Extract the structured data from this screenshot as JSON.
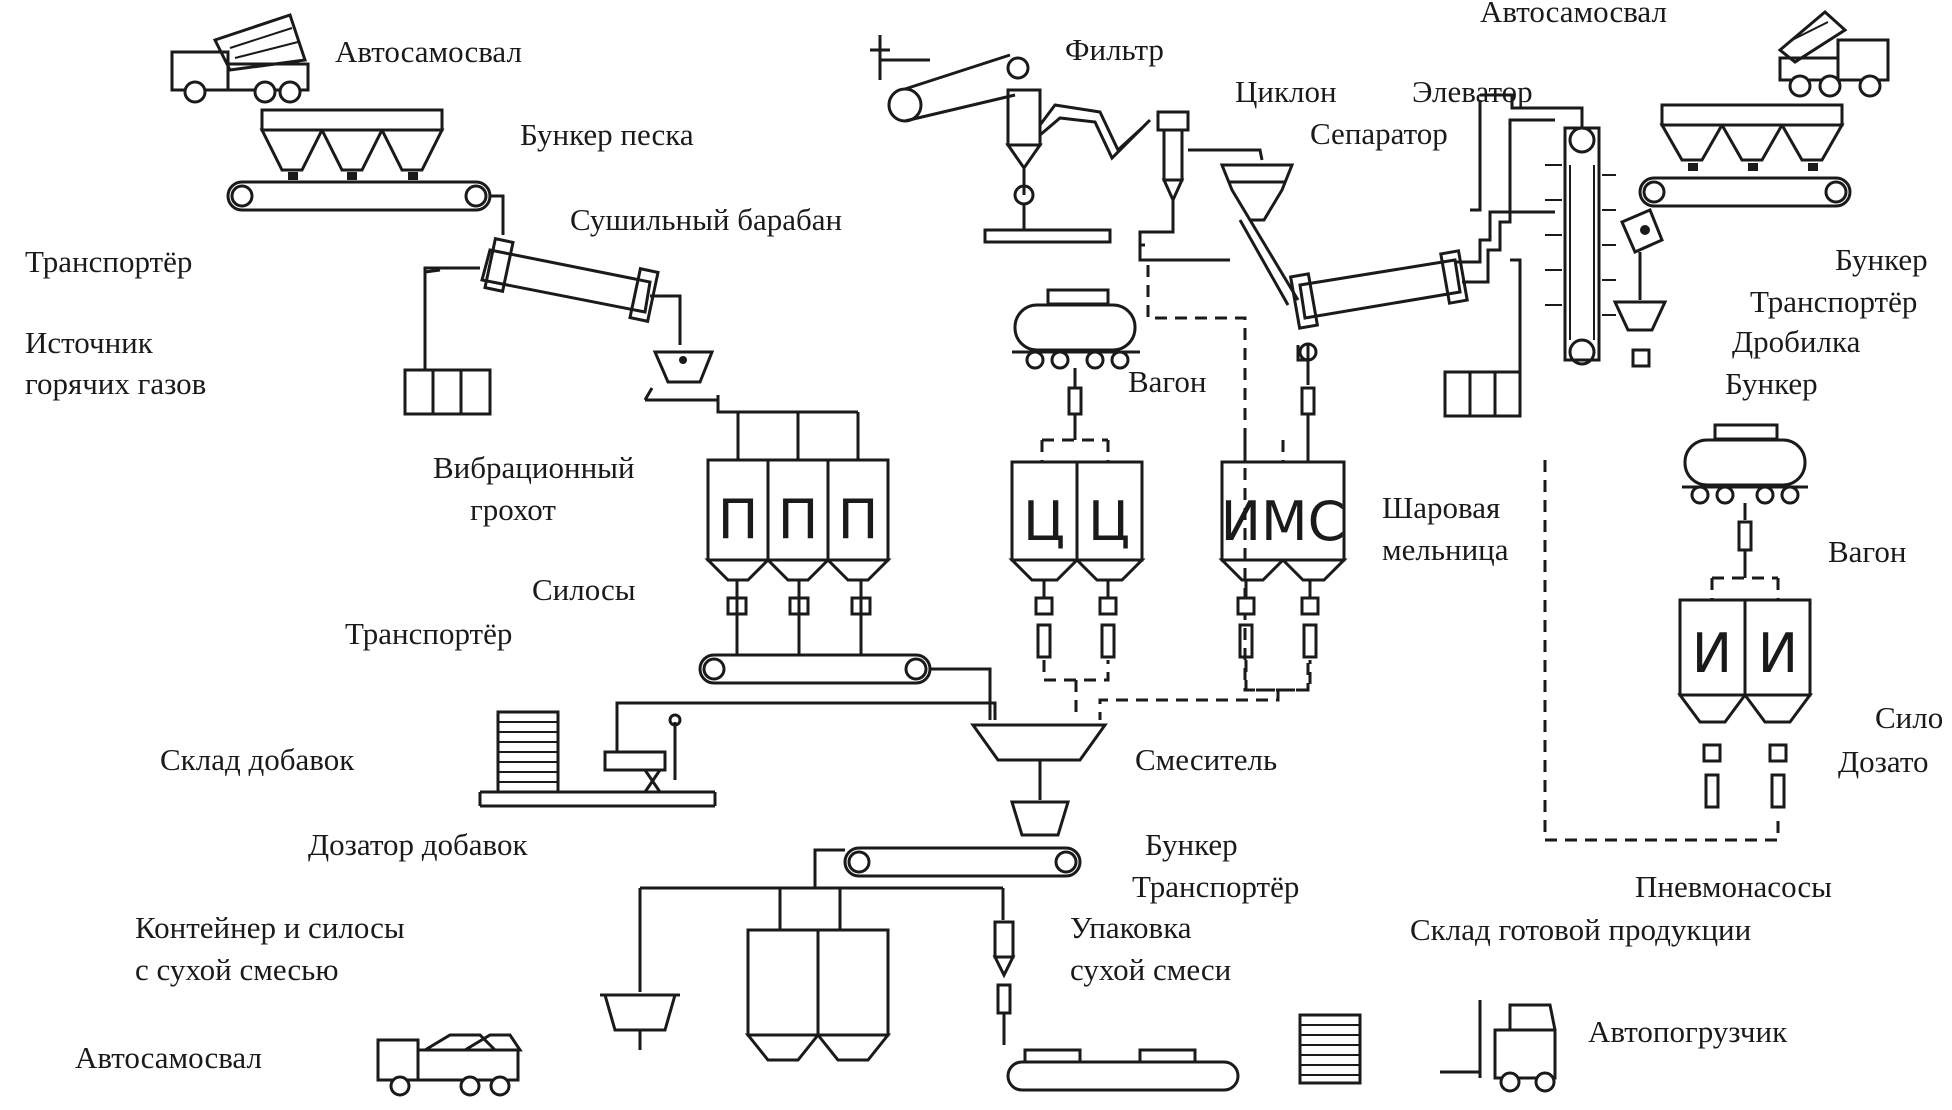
{
  "labels": {
    "dump_truck_top_left": "Автосамосвал",
    "sand_bunker": "Бункер песка",
    "drying_drum": "Сушильный барабан",
    "transporter_left": "Транспортёр",
    "hot_gas_source_1": "Источник",
    "hot_gas_source_2": "горячих газов",
    "filter": "Фильтр",
    "cyclone": "Циклон",
    "elevator": "Элеватор",
    "separator": "Сепаратор",
    "dump_truck_top_right": "Автосамосвал",
    "bunker_right": "Бункер",
    "transporter_right": "Транспортёр",
    "crusher": "Дробилка",
    "bunker_right_2": "Бункер",
    "wagon_center": "Вагон",
    "vibro_screen_1": "Вибрационный",
    "vibro_screen_2": "грохот",
    "ball_mill_1": "Шаровая",
    "ball_mill_2": "мельница",
    "wagon_right": "Вагон",
    "silos": "Силосы",
    "transporter_mid": "Транспортёр",
    "silos_right_cut": "Сило",
    "dosers_right_cut": "Дозато",
    "additives_store": "Склад  добавок",
    "mixer": "Смеситель",
    "additives_doser": "Дозатор добавок",
    "bunker_bottom": "Бункер",
    "transporter_bottom": "Транспортёр",
    "pneumo_pumps": "Пневмонасосы",
    "container_silos_1": "Контейнер и силосы",
    "container_silos_2": "с сухой смесью",
    "packing_1": "Упаковка",
    "packing_2": "сухой смеси",
    "finished_store": "Склад готовой продукции",
    "dump_truck_bottom": "Автосамосвал",
    "forklift": "Автопогрузчик"
  },
  "silo_marks": {
    "sand_1": "П",
    "sand_2": "П",
    "sand_3": "П",
    "cement_1": "Ц",
    "cement_2": "Ц",
    "ims": "ИМС",
    "lime_1": "И",
    "lime_2": "И"
  },
  "icons": [
    "dump-truck-icon",
    "bunker-icon",
    "conveyor-icon",
    "drum-icon",
    "silo-icon",
    "wagon-icon",
    "filter-icon",
    "cyclone-icon",
    "elevator-icon",
    "crusher-icon",
    "mixer-icon",
    "pallet-stack-icon",
    "forklift-icon",
    "doser-icon"
  ]
}
